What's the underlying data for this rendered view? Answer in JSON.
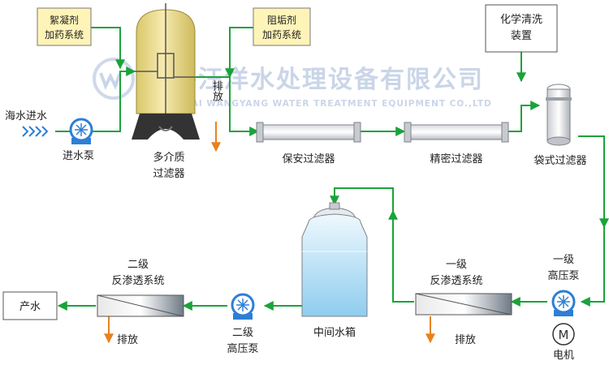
{
  "watermark": {
    "company_cn": "珠海汪洋水处理设备有限公司",
    "company_en": "ZHUHAI WANGYANG WATER TREATMENT EQUIPMENT CO.,LTD"
  },
  "boxes": {
    "flocculant_line1": "絮凝剂",
    "flocculant_line2": "加药系统",
    "antiscalant_line1": "阻垢剂",
    "antiscalant_line2": "加药系统",
    "cleaning_line1": "化学清洗",
    "cleaning_line2": "装置",
    "product": "产水"
  },
  "labels": {
    "seawater_in": "海水进水",
    "feed_pump": "进水泵",
    "multimedia_line1": "多介质",
    "multimedia_line2": "过滤器",
    "drain_vertical": "排放",
    "security_filter": "保安过滤器",
    "precision_filter": "精密过滤器",
    "bag_filter": "袋式过滤器",
    "hp_pump1_line1": "一级",
    "hp_pump1_line2": "高压泵",
    "motor": "电机",
    "ro1_line1": "一级",
    "ro1_line2": "反渗透系统",
    "drain1": "排放",
    "tank": "中间水箱",
    "hp_pump2_line1": "二级",
    "hp_pump2_line2": "高压泵",
    "ro2_line1": "二级",
    "ro2_line2": "反渗透系统",
    "drain2": "排放"
  },
  "colors": {
    "flow_line": "#1aa33a",
    "drain_arrow": "#e8821e",
    "box_fill": "#fff4b8",
    "box_border": "#777777",
    "pump_blue": "#2d7fd6",
    "tank_water": "#9dd4f2",
    "vessel_yellow": "#ecdc8a"
  }
}
